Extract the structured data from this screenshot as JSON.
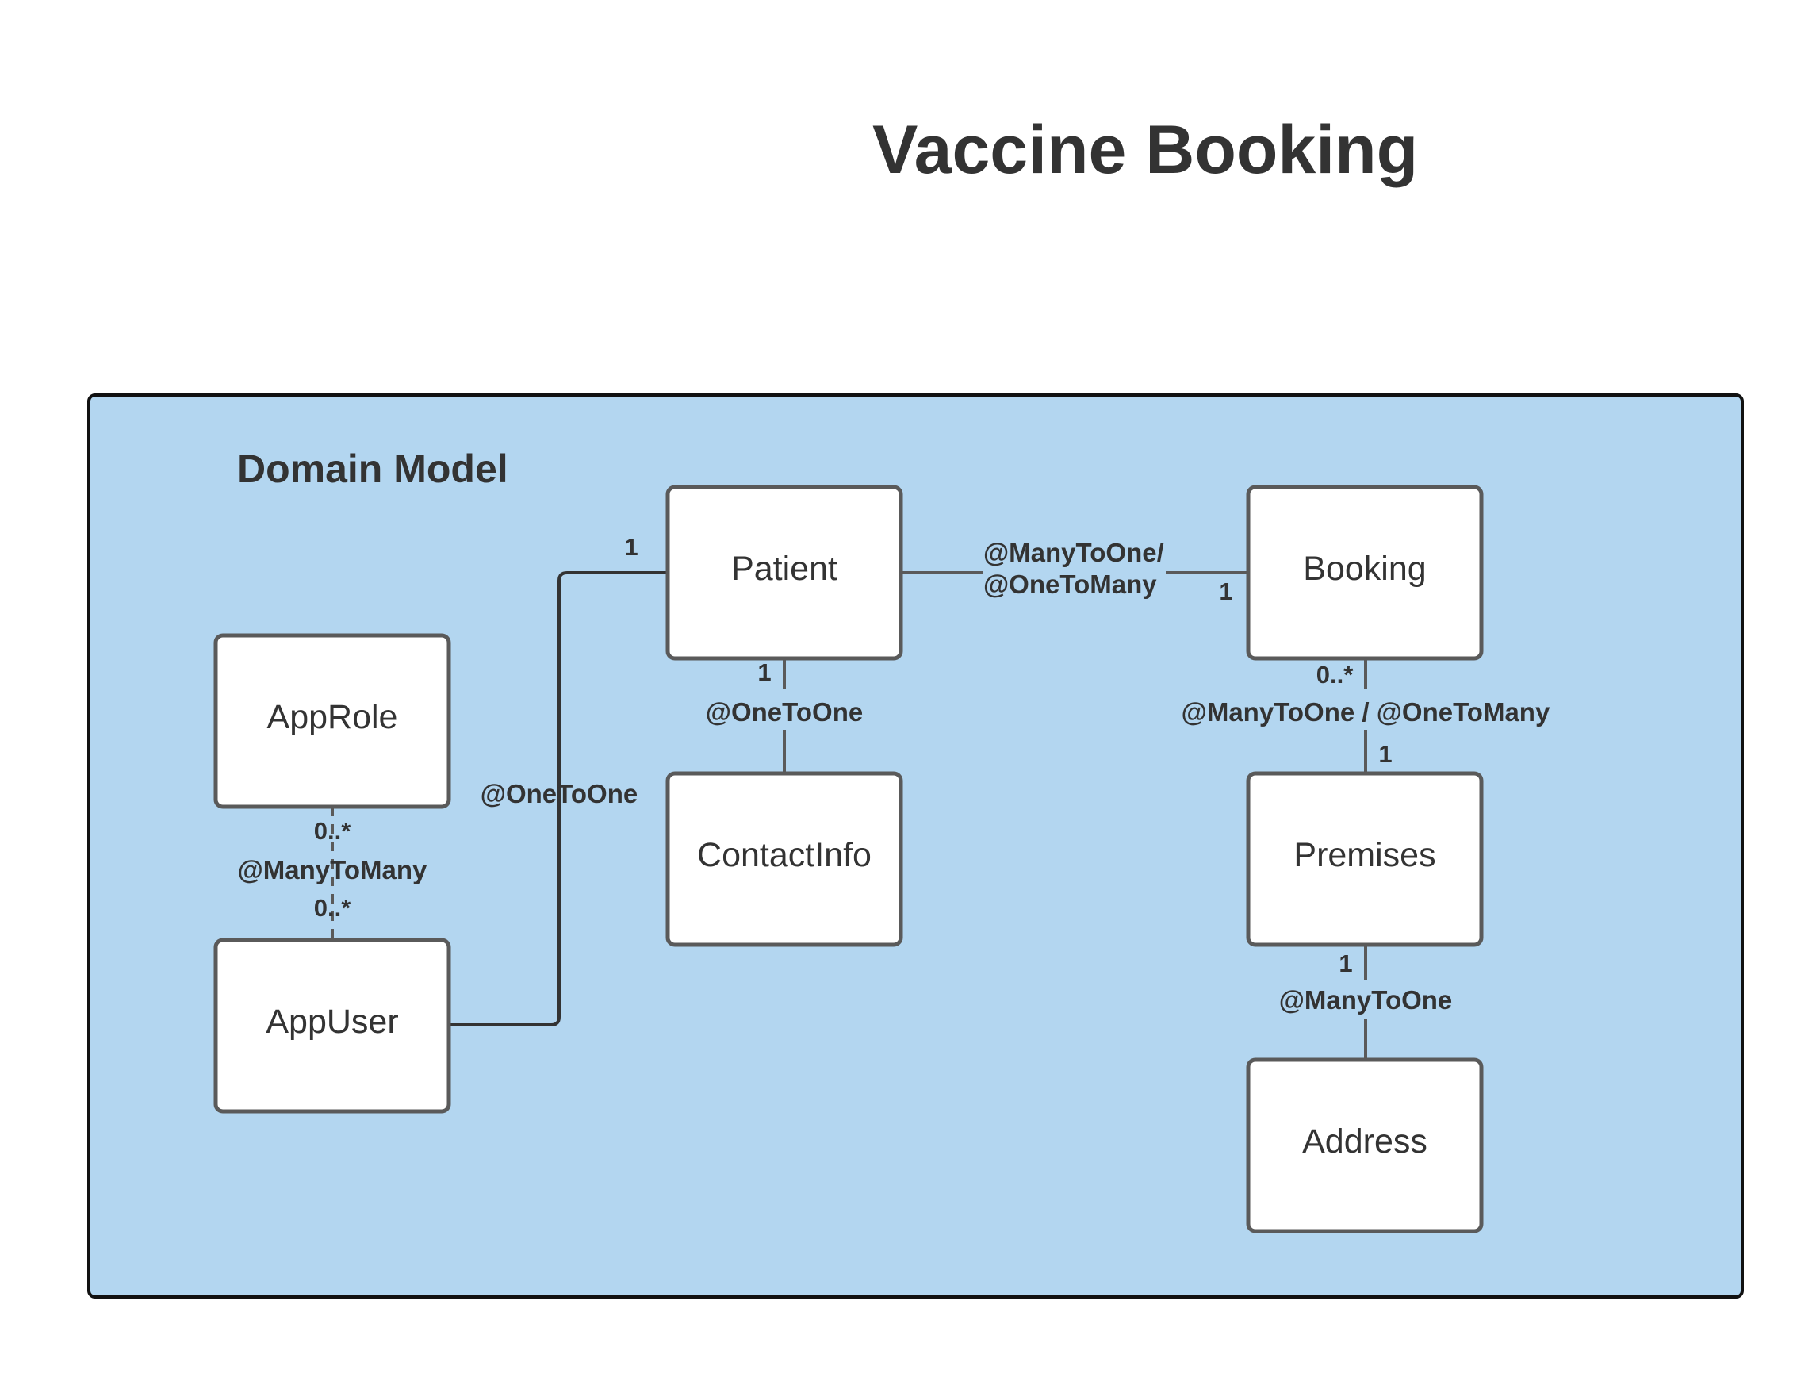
{
  "title": "Vaccine Booking",
  "group": {
    "label": "Domain Model",
    "fill": "#b3d6f0",
    "border": "#111111"
  },
  "entities": {
    "patient": "Patient",
    "booking": "Booking",
    "approle": "AppRole",
    "contactinfo": "ContactInfo",
    "premises": "Premises",
    "appuser": "AppUser",
    "address": "Address"
  },
  "relations": {
    "appuser_patient": {
      "label": "@OneToOne",
      "mult_patient": "1"
    },
    "patient_booking": {
      "label_line1": "@ManyToOne/",
      "label_line2": "@OneToMany",
      "mult_booking": "1"
    },
    "patient_contactinfo": {
      "label": "@OneToOne",
      "mult_patient": "1"
    },
    "booking_premises": {
      "label": "@ManyToOne / @OneToMany",
      "mult_booking": "0..*",
      "mult_premises": "1"
    },
    "approle_appuser": {
      "label": "@ManyToMany",
      "mult_approle": "0..*",
      "mult_appuser": "0..*"
    },
    "premises_address": {
      "label": "@ManyToOne",
      "mult_premises": "1"
    }
  }
}
